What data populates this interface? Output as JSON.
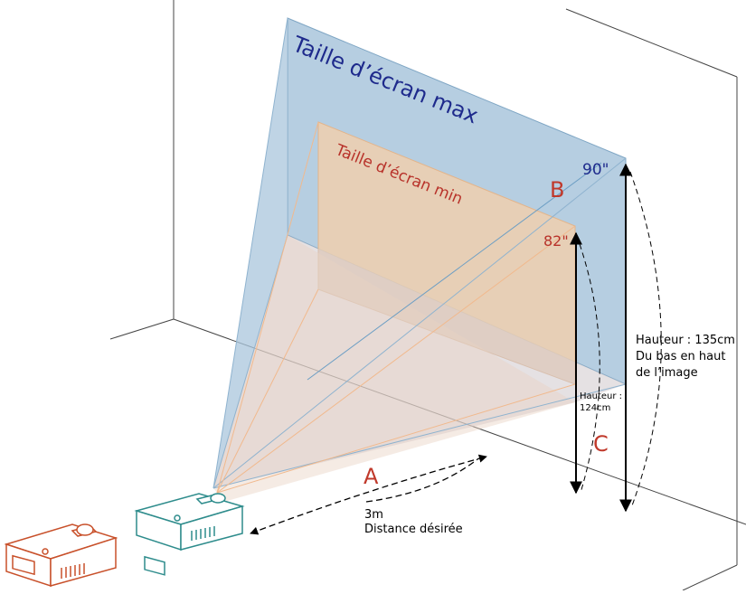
{
  "labels": {
    "max_title": "Taille d’écran max",
    "min_title": "Taille d’écran min",
    "size_max": "90\"",
    "size_min": "82\"",
    "letter_a": "A",
    "letter_b": "B",
    "letter_c": "C",
    "distance_value": "3m",
    "distance_label": "Distance désirée",
    "height_min_line1": "Hauteur :",
    "height_min_line2": "124cm",
    "height_max_line1": "Hauteur : 135cm",
    "height_max_line2": "Du bas en haut",
    "height_max_line3": "de l’image"
  },
  "colors": {
    "max_screen_fill": "#a9c6dc",
    "max_screen_text": "#1e2a8c",
    "min_screen_fill": "#f0cfae",
    "min_screen_text": "#b8322a",
    "letter_color": "#c0392b",
    "projector_near": "#2e8c8c",
    "projector_far": "#c8502a",
    "wall_lines": "#444444"
  },
  "icons": [
    "projector-near-icon",
    "projector-far-icon"
  ]
}
